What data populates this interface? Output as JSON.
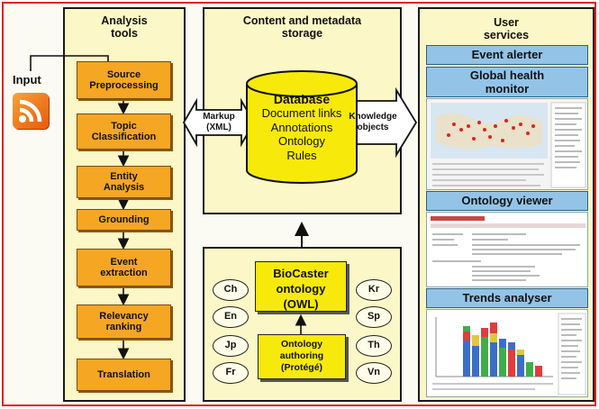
{
  "input": {
    "label": "Input",
    "icon": "rss-feed-icon"
  },
  "analysis": {
    "title_line1": "Analysis",
    "title_line2": "tools",
    "steps": [
      {
        "line1": "Source",
        "line2": "Preprocessing"
      },
      {
        "line1": "Topic",
        "line2": "Classification"
      },
      {
        "line1": "Entity",
        "line2": "Analysis"
      },
      {
        "line1": "Grounding",
        "line2": ""
      },
      {
        "line1": "Event",
        "line2": "extraction"
      },
      {
        "line1": "Relevancy",
        "line2": "ranking"
      },
      {
        "line1": "Translation",
        "line2": ""
      }
    ]
  },
  "storage": {
    "title_line1": "Content and metadata",
    "title_line2": "storage",
    "database": {
      "title": "Database",
      "items": [
        "Document links",
        "Annotations",
        "Ontology",
        "Rules"
      ]
    },
    "markup_arrow": {
      "line1": "Markup",
      "line2": "(XML)"
    },
    "knowledge_arrow": {
      "line1": "Knowledge",
      "line2": "objects"
    }
  },
  "ontology": {
    "box": {
      "line1": "BioCaster",
      "line2": "ontology",
      "line3": "(OWL)"
    },
    "authoring": {
      "line1": "Ontology",
      "line2": "authoring",
      "line3": "(Protégé)"
    },
    "languages_left": [
      "Ch",
      "En",
      "Jp",
      "Fr"
    ],
    "languages_right": [
      "Kr",
      "Sp",
      "Th",
      "Vn"
    ]
  },
  "services": {
    "title_line1": "User",
    "title_line2": "services",
    "event_alerter": "Event alerter",
    "global_health_line1": "Global health",
    "global_health_line2": "monitor",
    "ontology_viewer": "Ontology viewer",
    "trends_analyser": "Trends analyser"
  },
  "colors": {
    "frame": "#e02020",
    "panel": "#fbf7c6",
    "step": "#f5a623",
    "database": "#f7e90a",
    "service_bar": "#93c4e8"
  }
}
